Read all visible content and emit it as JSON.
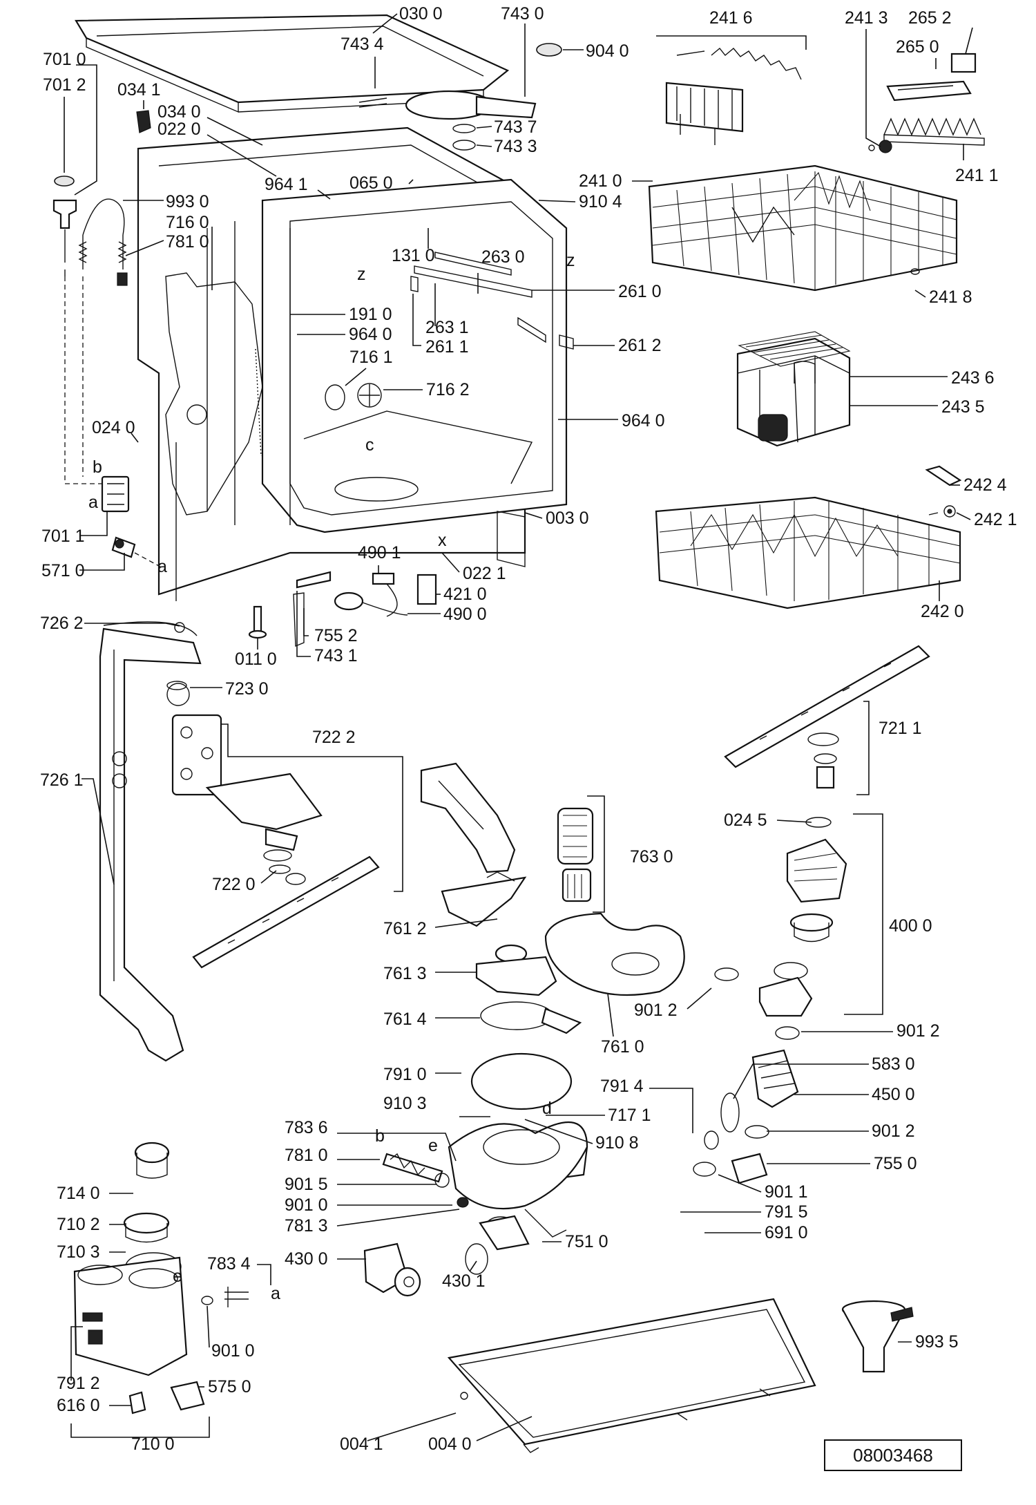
{
  "reference_number": "08003468",
  "letter_marks": [
    "a",
    "b",
    "c",
    "d",
    "e",
    "x",
    "z"
  ],
  "labels": {
    "p0300": "030 0",
    "p7430": "743 0",
    "p7434": "743 4",
    "p9040": "904 0",
    "p7010": "701 0",
    "p7012": "701 2",
    "p0341": "034 1",
    "p0340": "034 0",
    "p0220": "022 0",
    "p2416": "241 6",
    "p2413": "241 3",
    "p2652": "265 2",
    "p2650": "265 0",
    "p2411": "241 1",
    "p7437": "743 7",
    "p7433": "743 3",
    "p9641a": "964 1",
    "p0650": "065 0",
    "p9104": "910 4",
    "p9930": "993 0",
    "p7160": "716 0",
    "p7810a": "781 0",
    "p2410": "241 0",
    "p1310": "131 0",
    "p2630": "263 0",
    "p2610": "261 0",
    "p2418": "241 8",
    "p2631": "263 1",
    "p2611": "261 1",
    "p1910": "191 0",
    "p9640a": "964 0",
    "p2612": "261 2",
    "p7161": "716 1",
    "p7162": "716 2",
    "p2436": "243 6",
    "p2435": "243 5",
    "p0240": "024 0",
    "p9640b": "964 0",
    "p2424": "242 4",
    "p0030": "003 0",
    "p2421": "242 1",
    "p7011": "701 1",
    "p5710": "571 0",
    "p4901": "490 1",
    "p0221": "022 1",
    "p4210": "421 0",
    "p4900": "490 0",
    "p2420": "242 0",
    "p7262": "726 2",
    "p0110": "011 0",
    "p7552": "755 2",
    "p7431": "743 1",
    "p7230": "723 0",
    "p7222": "722 2",
    "p7211": "721 1",
    "p7261": "726 1",
    "p7630": "763 0",
    "p0245": "024 5",
    "p7220": "722 0",
    "p7612": "761 2",
    "p4000": "400 0",
    "p7613": "761 3",
    "p9012a": "901 2",
    "p7614": "761 4",
    "p7610": "761 0",
    "p9012b": "901 2",
    "p7910": "791 0",
    "p5830": "583 0",
    "p9103": "910 3",
    "p7914": "791 4",
    "p4500": "450 0",
    "p7171": "717 1",
    "p7836": "783 6",
    "p9012c": "901 2",
    "p7810b": "781 0",
    "p9108": "910 8",
    "p7140": "714 0",
    "p7550": "755 0",
    "p9015": "901 5",
    "p9011": "901 1",
    "p9010a": "901 0",
    "p7915": "791 5",
    "p7102": "710 2",
    "p7813": "781 3",
    "p6910": "691 0",
    "p7103": "710 3",
    "p7510": "751 0",
    "p4300": "430 0",
    "p7834": "783 4",
    "p4301": "430 1",
    "p9935": "993 5",
    "p9010b": "901 0",
    "p7912": "791 2",
    "p5750": "575 0",
    "p6160": "616 0",
    "p7100": "710 0",
    "p0041": "004 1",
    "p0040": "004 0"
  }
}
